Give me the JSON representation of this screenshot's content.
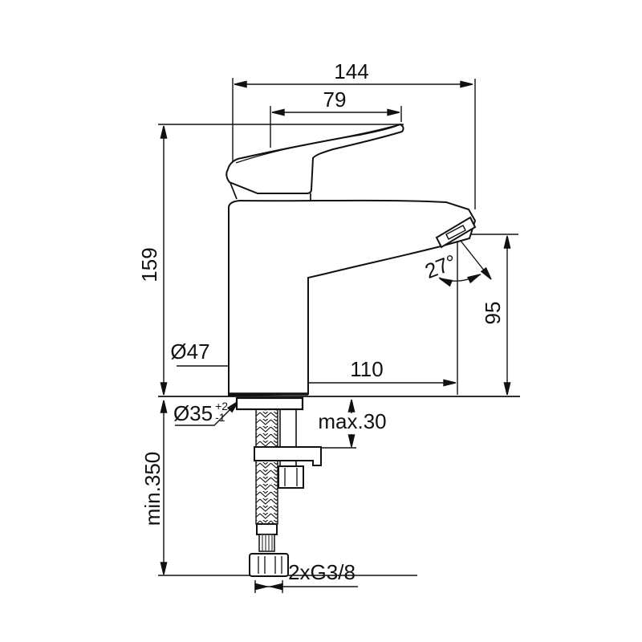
{
  "drawing": {
    "subject": "single-lever basin mixer tap – side elevation dimension drawing",
    "background": "#ffffff",
    "line_color": "#111111",
    "labels": {
      "total_width_mm": "144",
      "handle_length_mm": "79",
      "total_height_mm": "159",
      "body_diameter": "Ø47",
      "spout_reach_mm": "110",
      "stream_angle": "27°",
      "outlet_height_mm": "95",
      "mounting_hole_diameter": "Ø35",
      "mounting_hole_tol_plus": "+2",
      "mounting_hole_tol_minus": "-1",
      "max_deck_thickness": "max.30",
      "min_hose_length": "min.350",
      "supply_connection": "2xG3/8"
    }
  }
}
